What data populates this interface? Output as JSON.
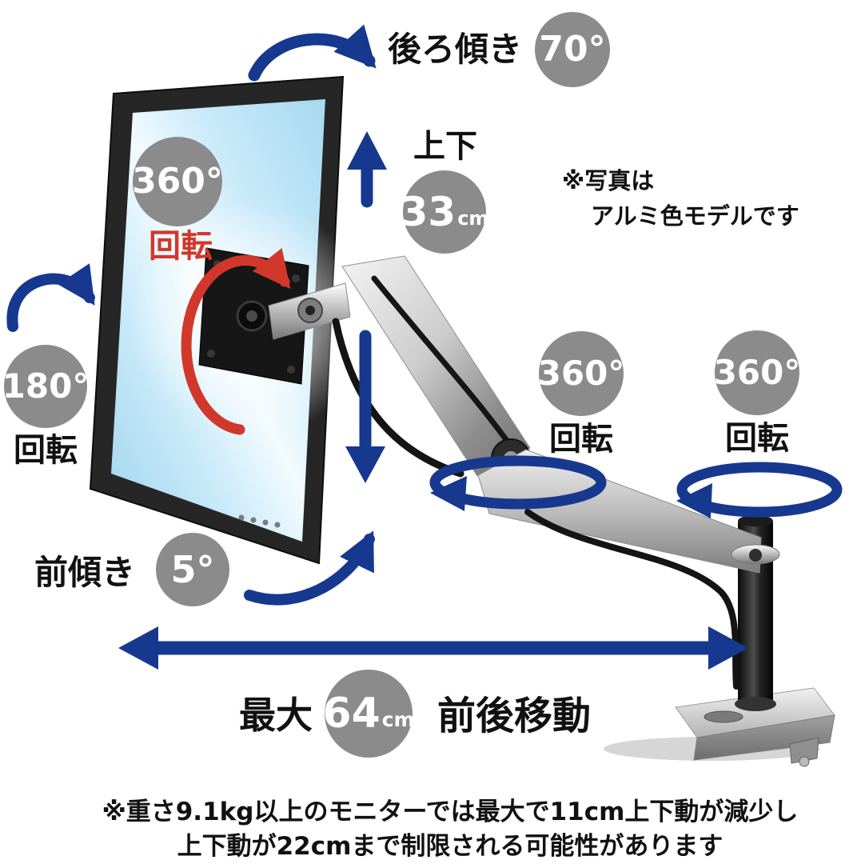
{
  "colors": {
    "arrow_blue": "#17388f",
    "badge_gray": "#8b8b8b",
    "accent_red": "#d2372c",
    "screen_blue": "#bfe6f8"
  },
  "annotations": {
    "tilt_back": {
      "label": "後ろ傾き",
      "value": "70°"
    },
    "lift": {
      "label": "上下",
      "value": "33",
      "unit": "cm"
    },
    "photo_note": {
      "line1": "※写真は",
      "line2": "アルミ色モデルです"
    },
    "screen_rotate": {
      "value": "360°",
      "label": "回転"
    },
    "pan": {
      "value": "180°",
      "label": "回転"
    },
    "arm_rotate": {
      "value": "360°",
      "label": "回転"
    },
    "pole_rotate": {
      "value": "360°",
      "label": "回転"
    },
    "tilt_forward": {
      "label": "前傾き",
      "value": "5°"
    },
    "travel": {
      "prefix": "最大",
      "value": "64",
      "unit": "cm",
      "suffix": "前後移動"
    },
    "footnote": {
      "line1": "※重さ9.1kg以上のモニターでは最大で11cm上下動が減少し",
      "line2": "上下動が22cmまで制限される可能性があります"
    }
  }
}
